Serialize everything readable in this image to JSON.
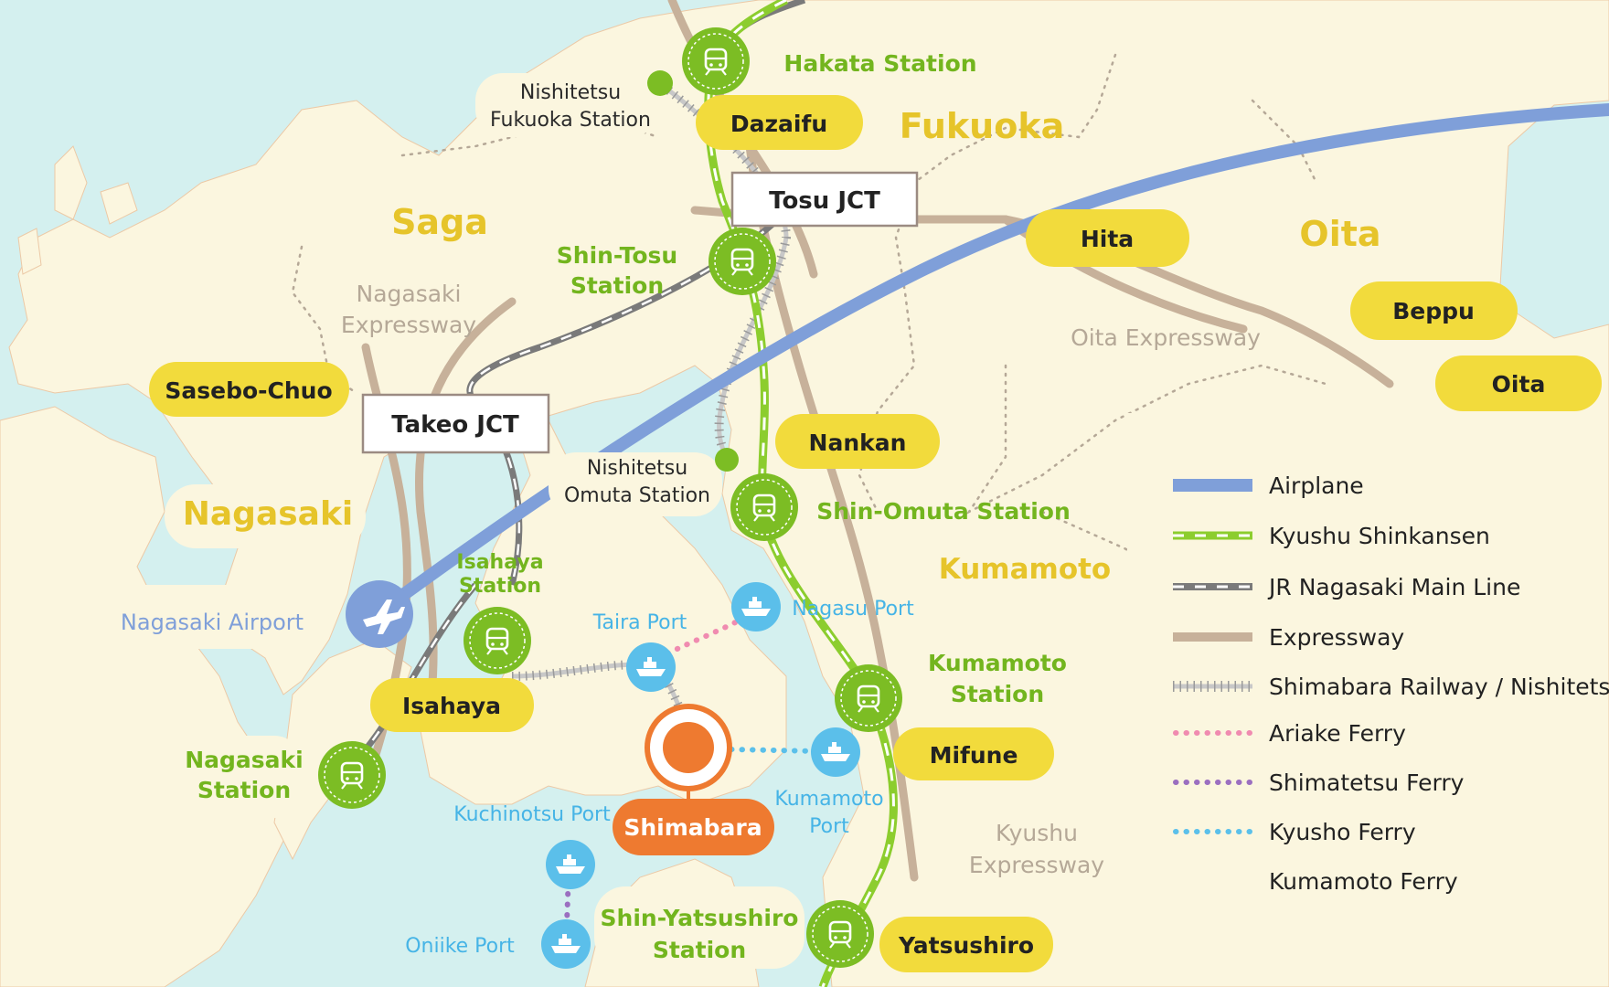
{
  "colors": {
    "sea": "#d4f0ef",
    "land": "#fbf6df",
    "prefecture_label": "#e6c42a",
    "city_pill": "#f2db3c",
    "station_green": "#7cbd24",
    "station_label": "#73b51e",
    "port_blue": "#5bbfea",
    "port_label": "#46b4e6",
    "airplane": "#7f9fd9",
    "expressway": "#c7b19a",
    "jr_line": "#7a7a7a",
    "shimabara": "#ee7a30",
    "ariake_ferry": "#f08bb0",
    "shimatetsu_ferry": "#9b6fc0",
    "kyusho_ferry": "#5bc0ea",
    "road_label": "#b5a897"
  },
  "prefectures": {
    "fukuoka": "Fukuoka",
    "saga": "Saga",
    "oita": "Oita",
    "nagasaki": "Nagasaki",
    "kumamoto": "Kumamoto"
  },
  "cities": {
    "dazaifu": "Dazaifu",
    "hita": "Hita",
    "beppu": "Beppu",
    "oita": "Oita",
    "sasebo": "Sasebo-Chuo",
    "nankan": "Nankan",
    "isahaya": "Isahaya",
    "mifune": "Mifune",
    "yatsushiro": "Yatsushiro",
    "shimabara": "Shimabara"
  },
  "junctions": {
    "tosu": "Tosu JCT",
    "takeo": "Takeo JCT"
  },
  "stations": {
    "hakata": "Hakata Station",
    "nishitetsu_fukuoka_1": "Nishitetsu",
    "nishitetsu_fukuoka_2": "Fukuoka Station",
    "shin_tosu_1": "Shin-Tosu",
    "shin_tosu_2": "Station",
    "nishitetsu_omuta_1": "Nishitetsu",
    "nishitetsu_omuta_2": "Omuta Station",
    "shin_omuta": "Shin-Omuta Station",
    "isahaya_1": "Isahaya",
    "isahaya_2": "Station",
    "nagasaki_1": "Nagasaki",
    "nagasaki_2": "Station",
    "kumamoto_1": "Kumamoto",
    "kumamoto_2": "Station",
    "shin_yatsushiro_1": "Shin-Yatsushiro",
    "shin_yatsushiro_2": "Station"
  },
  "airport": "Nagasaki Airport",
  "ports": {
    "taira": "Taira Port",
    "nagasu": "Nagasu Port",
    "kumamoto_1": "Kumamoto",
    "kumamoto_2": "Port",
    "kuchinotsu": "Kuchinotsu Port",
    "oniike": "Oniike Port"
  },
  "roads": {
    "nagasaki_exp_1": "Nagasaki",
    "nagasaki_exp_2": "Expressway",
    "oita_exp": "Oita Expressway",
    "kyushu_exp_1": "Kyushu",
    "kyushu_exp_2": "Expressway"
  },
  "legend": {
    "items": [
      {
        "label": "Airplane",
        "style": "airplane"
      },
      {
        "label": "Kyushu Shinkansen",
        "style": "shinkansen"
      },
      {
        "label": "JR Nagasaki Main Line",
        "style": "jr"
      },
      {
        "label": "Expressway",
        "style": "expressway"
      },
      {
        "label": "Shimabara Railway / Nishitetsu",
        "style": "railway"
      },
      {
        "label": "Ariake Ferry",
        "style": "ariake"
      },
      {
        "label": "Shimatetsu Ferry",
        "style": "shimatetsu"
      },
      {
        "label": "Kyusho Ferry",
        "style": "kyusho"
      },
      {
        "label": "Kumamoto Ferry",
        "style": "none"
      }
    ]
  }
}
